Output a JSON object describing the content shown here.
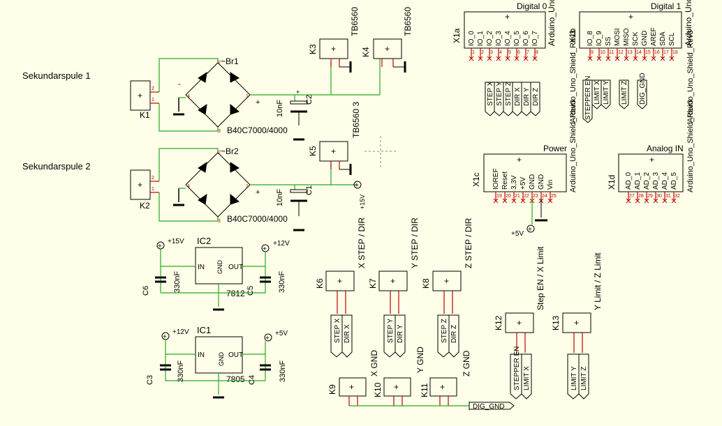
{
  "labels": {
    "sek1": "Sekundarspule 1",
    "sek2": "Sekundarspule 2",
    "k1": "K1",
    "k2": "K2",
    "k3": "K3",
    "k4": "K4",
    "k5": "K5",
    "k6": "K6",
    "k7": "K7",
    "k8": "K8",
    "k9": "K9",
    "k10": "K10",
    "k11": "K11",
    "k12": "K12",
    "k13": "K13",
    "br1": "~Br1",
    "br2": "~Br2",
    "bridge_val1": "B40C7000/4000",
    "bridge_val2": "B40C7000/4000",
    "cap_10nf_1": "10nF",
    "cap_10nf_2": "10nF",
    "c2": "C2",
    "c1": "C1",
    "c3": "C3",
    "c4": "C4",
    "c5": "C5",
    "c6": "C6",
    "tb1": "TB6560",
    "tb2": "TB6560",
    "tb3": "TB6560 3",
    "ic2": "IC2",
    "ic1": "IC1",
    "in": "IN",
    "out": "OUT",
    "gnd": "GND",
    "reg1": "7812",
    "reg2": "7805",
    "cap330_1": "330nF",
    "cap330_2": "330nF",
    "cap330_3": "330nF",
    "cap330_4": "330nF",
    "p15v_1": "+15V",
    "p12v_1": "+12V",
    "p12v_2": "+12V",
    "p5v_1": "+5V",
    "p15v_2": "+15V",
    "p5v_2": "+5V",
    "x_step": "X STEP / DIR",
    "y_step": "Y STEP / DIR",
    "z_step": "Z STEP / DIR",
    "x_gnd": "X GND",
    "y_gnd": "Y GND",
    "z_gnd": "Z GND",
    "step_en": "Step EN / X Limit",
    "yz_limit": "Y Limit / Z Limit",
    "dig_gnd_tag": "DIG_GND",
    "step_x": "STEP X",
    "dir_x": "DIR X",
    "step_y": "STEP Y",
    "dir_y": "DIR Y",
    "step_z": "STEP Z",
    "dir_z": "DIR Z",
    "stepper_en": "STEPPER EN",
    "limit_x": "LIMIT X",
    "limit_y": "LIMIT Y",
    "limit_z": "LIMIT Z",
    "digital0": "Digital 0",
    "digital1": "Digital 1",
    "power": "Power",
    "analog": "Analog IN",
    "x1a": "X1a",
    "x1b": "X1b",
    "x1c": "X1c",
    "x1d": "X1d",
    "arduino": "Arduino_Uno_Shield_Rev3",
    "arduino1": "Arduino_Uno_Shield_Rev3",
    "arduino2": "Arduino_Uno_Shield_Rev3",
    "arduino3": "Arduino_Uno_Shield_Rev3",
    "dig_gnd_label": "DIG_GND",
    "stepper_en2": "STEPPER EN",
    "limit_x2": "LIMIT X",
    "limit_y2": "LIMIT Y",
    "limit_z2": "LIMIT Z",
    "step_x2": "STEP X",
    "step_y2": "STEP Y",
    "step_z2": "STEP Z",
    "dir_x2": "DIR X",
    "dir_y2": "DIR Y",
    "dir_z2": "DIR Z"
  },
  "x1a_pins": [
    "IO_0",
    "IO_1",
    "IO_2",
    "IO_3",
    "IO_4",
    "IO_5",
    "IO_6",
    "IO_7"
  ],
  "x1b_pins": [
    "IO_8",
    "IO_9",
    "SS",
    "MOSI",
    "MISO",
    "SCK",
    "GND",
    "AREF",
    "SDA",
    "SCL"
  ],
  "x1c_pins": [
    "IOREF",
    "Reset",
    "3,3V",
    "+5V",
    "GND",
    "GND",
    "Vin"
  ],
  "x1d_pins": [
    "AD_0",
    "AD_1",
    "AD_2",
    "AD_3",
    "AD_4",
    "AD_5"
  ],
  "colors": {
    "background": "#fffee8",
    "wire": "#22aa22",
    "pin": "#c00000",
    "symbol": "#000000"
  }
}
